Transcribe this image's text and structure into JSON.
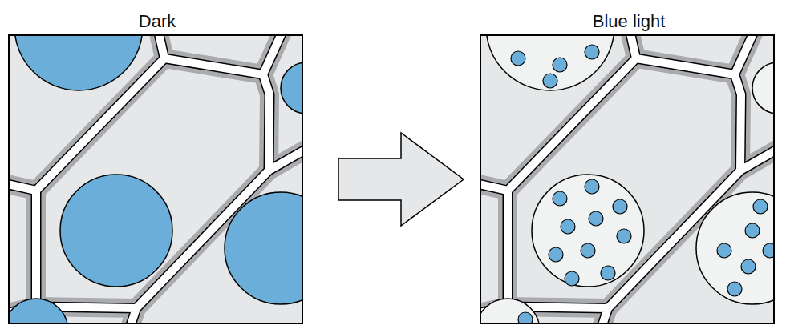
{
  "diagram": {
    "nodes": [
      {
        "text": [
          "Dark"
        ]
      },
      {
        "text": [
          "Blue light"
        ]
      }
    ],
    "edges": [
      {
        "from": 0,
        "to": 1,
        "arrow": "to"
      }
    ]
  }
}
